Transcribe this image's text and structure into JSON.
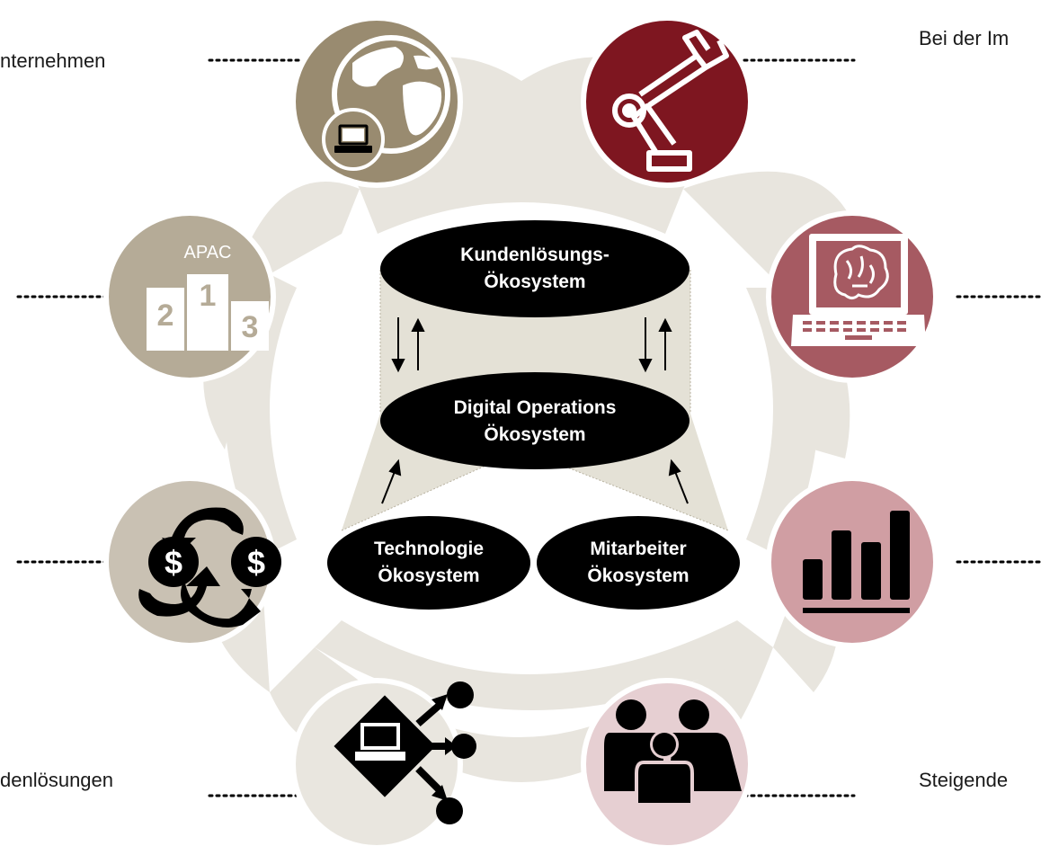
{
  "side_labels": {
    "top_left": "nternehmen",
    "top_right": "Bei der Im",
    "bottom_left": "denlösungen",
    "bottom_right": "Steigende"
  },
  "ecosystems": {
    "customer": {
      "line1": "Kundenlösungs-",
      "line2": "Ökosystem"
    },
    "digital": {
      "line1": "Digital Operations",
      "line2": "Ökosystem"
    },
    "technology": {
      "line1": "Technologie",
      "line2": "Ökosystem"
    },
    "employee": {
      "line1": "Mitarbeiter",
      "line2": "Ökosystem"
    }
  },
  "podium": {
    "region": "APAC",
    "first": "1",
    "second": "2",
    "third": "3"
  },
  "currency_symbol": "$",
  "colors": {
    "ring_background": "#e8e5de",
    "globe_circle": "#998b70",
    "robot_circle": "#7e1620",
    "brain_laptop_circle": "#a65a62",
    "bar_chart_circle": "#d09ea3",
    "people_circle": "#e6cfd2",
    "network_circle": "#e9e6df",
    "currency_circle": "#c9c1b3",
    "podium_circle": "#b5ab97",
    "ellipse": "#000000",
    "cylinder_fill": "#e4e1d6"
  },
  "icons": [
    "globe-laptop-icon",
    "robot-arm-icon",
    "brain-laptop-icon",
    "bar-chart-icon",
    "family-icon",
    "laptop-network-icon",
    "currency-exchange-icon",
    "podium-icon"
  ]
}
